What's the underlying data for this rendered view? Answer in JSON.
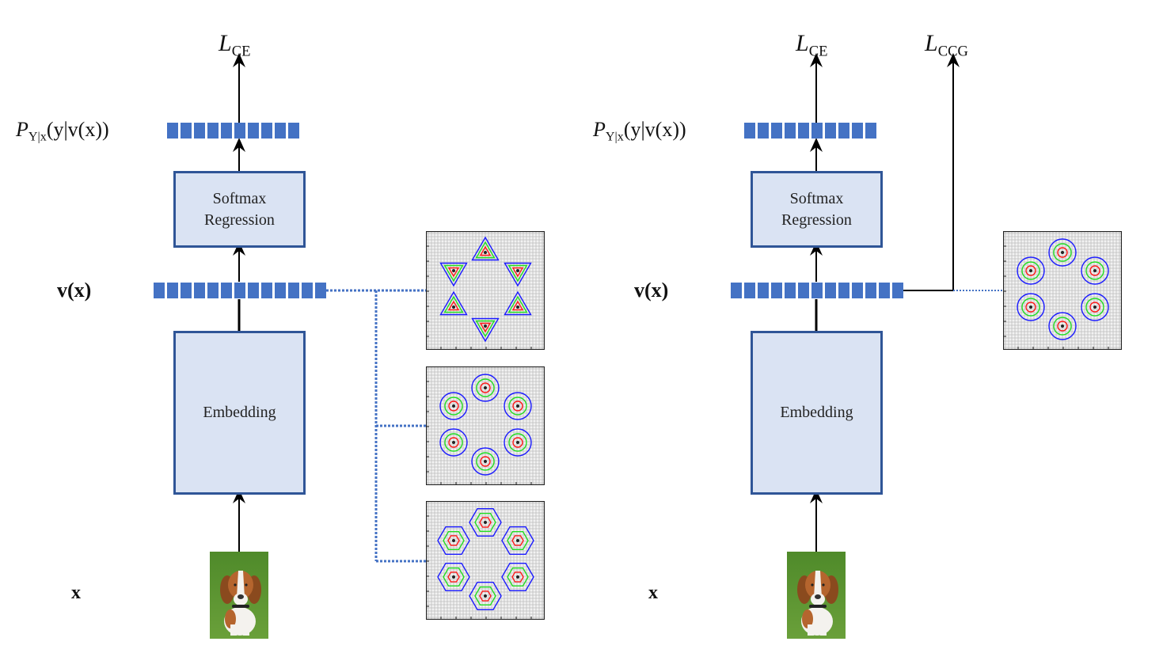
{
  "left_panel": {
    "loss_label": {
      "main": "L",
      "sub": "CE"
    },
    "prob_label": {
      "p": "P",
      "sub": "Y|x",
      "args": "(y|v(x))"
    },
    "prob_bar_cells": 10,
    "softmax_box": {
      "line1": "Softmax",
      "line2": "Regression"
    },
    "embedding_label": "v(x)",
    "embedding_bar_cells": 13,
    "embedding_box": "Embedding",
    "input_label": "x",
    "input_image": "dog-photo",
    "target_distributions": [
      {
        "shape": "triangle",
        "clusters": 6
      },
      {
        "shape": "circle",
        "clusters": 6
      },
      {
        "shape": "hexagon",
        "clusters": 6
      }
    ]
  },
  "right_panel": {
    "loss_label": {
      "main": "L",
      "sub": "CE"
    },
    "loss2_label": {
      "main": "L",
      "sub": "CCG"
    },
    "prob_label": {
      "p": "P",
      "sub": "Y|x",
      "args": "(y|v(x))"
    },
    "prob_bar_cells": 10,
    "softmax_box": {
      "line1": "Softmax",
      "line2": "Regression"
    },
    "embedding_label": "v(x)",
    "embedding_bar_cells": 13,
    "embedding_box": "Embedding",
    "input_label": "x",
    "input_image": "dog-photo",
    "target_distributions": [
      {
        "shape": "circle",
        "clusters": 6
      }
    ]
  },
  "colors": {
    "bar": "#4472c4",
    "box_fill": "#dae3f3",
    "box_border": "#2f5597",
    "contour_outer": "#1a1aff",
    "contour_mid": "#22dd22",
    "contour_inner": "#ff1a1a",
    "dotted_link": "#4472c4"
  }
}
